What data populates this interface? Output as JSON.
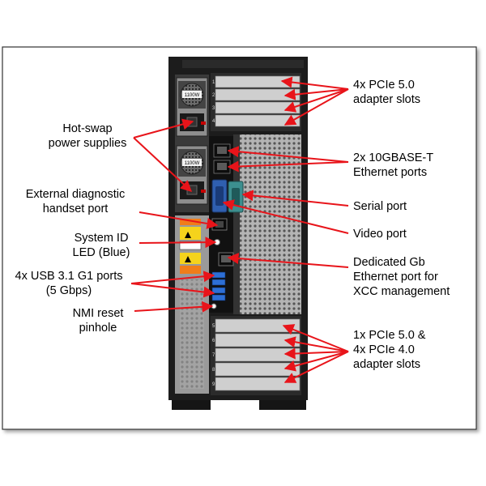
{
  "callouts": {
    "pcie_top": [
      "4x PCIe 5.0",
      "adapter slots"
    ],
    "hot_swap": [
      "Hot-swap",
      "power supplies"
    ],
    "ethernet_10g": [
      "2x 10GBASE-T",
      "Ethernet ports"
    ],
    "diag_port": [
      "External diagnostic",
      "handset port"
    ],
    "serial": [
      "Serial port"
    ],
    "video": [
      "Video port"
    ],
    "system_id": [
      "System ID",
      "LED (Blue)"
    ],
    "xcc": [
      "Dedicated Gb",
      "Ethernet port for",
      "XCC management"
    ],
    "usb": [
      "4x USB 3.1 G1 ports",
      "(5 Gbps)"
    ],
    "nmi": [
      "NMI reset",
      "pinhole"
    ],
    "pcie_bottom": [
      "1x PCIe 5.0 &",
      "4x PCIe 4.0",
      "adapter slots"
    ]
  },
  "colors": {
    "arrow": "#e8141a",
    "chassis": "#1c1c1c",
    "panel": "#9a9a9a",
    "slot": "#cfcfcf",
    "vga": "#2f5fb0",
    "serial": "#3c8f8f",
    "usb": "#2d6fd6"
  },
  "slot_numbers": [
    "1",
    "2",
    "3",
    "4",
    "5",
    "6",
    "7",
    "8",
    "9"
  ],
  "psu_rating": "1100W"
}
